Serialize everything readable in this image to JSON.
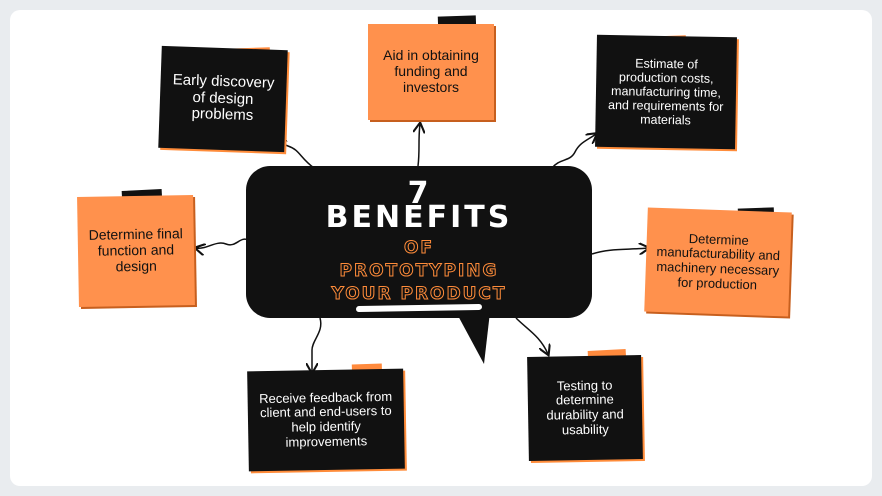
{
  "center": {
    "number": "7",
    "headline": "BENEFITS",
    "line_of": "OF",
    "line_prototyping": "PROTOTYPING",
    "line_product": "YOUR PRODUCT"
  },
  "notes": [
    {
      "text": "Early discovery of design problems",
      "color": "black"
    },
    {
      "text": "Aid in obtaining funding and investors",
      "color": "orange"
    },
    {
      "text": "Estimate of production costs, manufacturing time, and requirements for materials",
      "color": "black"
    },
    {
      "text": "Determine final function and design",
      "color": "orange"
    },
    {
      "text": "Determine manufacturability and machinery necessary for production",
      "color": "orange"
    },
    {
      "text": "Receive feedback from client and end-users to help identify improvements",
      "color": "black"
    },
    {
      "text": "Testing to determine durability and usability",
      "color": "black"
    }
  ],
  "colors": {
    "accent_orange": "#ff914d",
    "dark": "#111111",
    "background": "#e9ecef"
  }
}
